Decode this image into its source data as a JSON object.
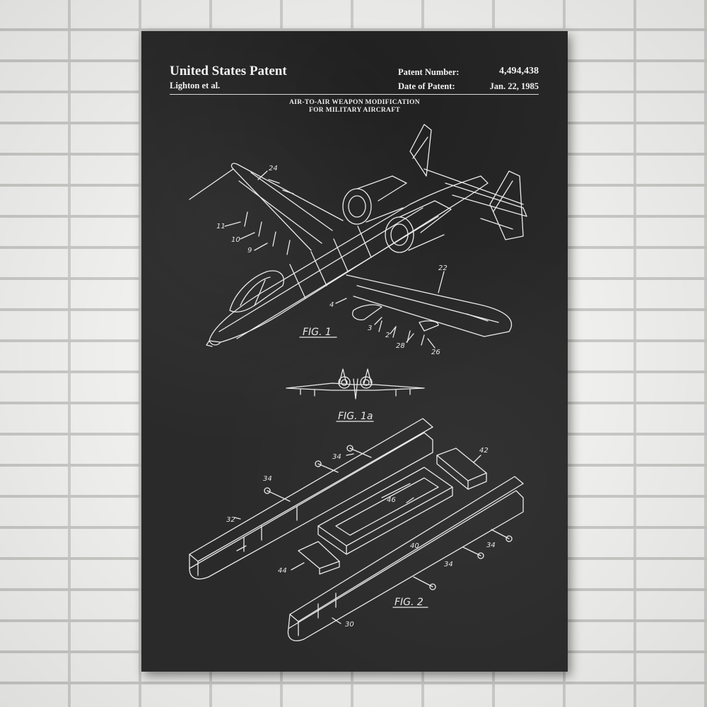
{
  "patent": {
    "heading": "United States Patent",
    "inventors": "Lighton et al.",
    "number_label": "Patent Number:",
    "number": "4,494,438",
    "date_label": "Date of Patent:",
    "date": "Jan. 22, 1985",
    "title_line1": "AIR-TO-AIR WEAPON MODIFICATION",
    "title_line2": "FOR MILITARY AIRCRAFT"
  },
  "figures": {
    "fig1": "FIG. 1",
    "fig1a": "FIG. 1a",
    "fig2": "FIG. 2"
  },
  "reference_numerals": {
    "n24": "24",
    "n11": "11",
    "n10": "10",
    "n9": "9",
    "n22": "22",
    "n4": "4",
    "n3": "3",
    "n2": "2",
    "n28": "28",
    "n26": "26",
    "n34a": "34",
    "n34b": "34",
    "n34c": "34",
    "n34d": "34",
    "n42": "42",
    "n46": "46",
    "n32": "32",
    "n40": "40",
    "n44": "44",
    "n30": "30"
  },
  "colors": {
    "wall": "#f1f1ef",
    "mortar": "#c9c9c6",
    "poster": "#2a2a2a",
    "ink": "#f2f2f2"
  }
}
